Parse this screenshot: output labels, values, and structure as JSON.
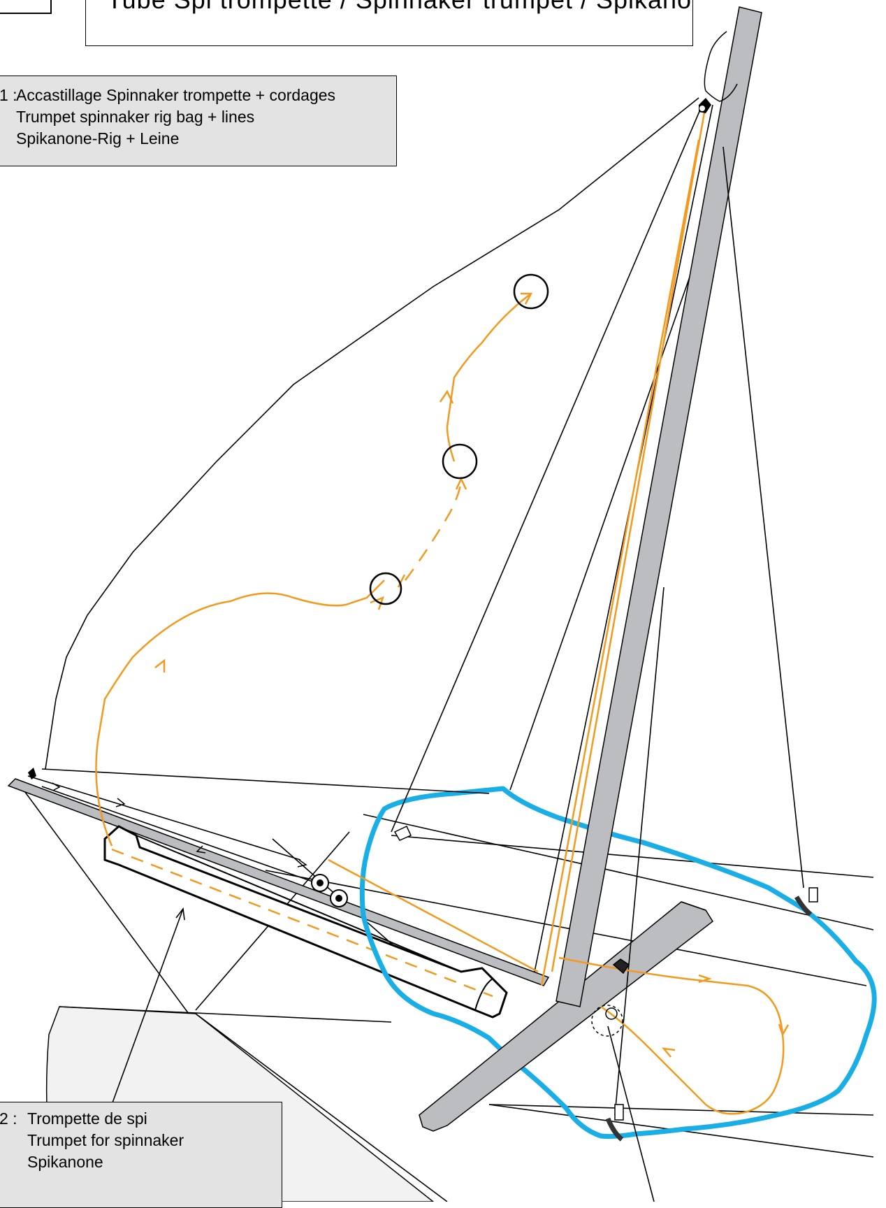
{
  "title": {
    "text": "Tube Spi trompette / Spinnaker trumpet / Spikanone"
  },
  "callout_1": {
    "number": "1 :",
    "lines": [
      "Accastillage Spinnaker trompette + cordages",
      "Trumpet spinnaker rig bag + lines",
      "Spikanone-Rig + Leine"
    ]
  },
  "callout_2": {
    "number": "2 :",
    "lines": [
      "Trompette de spi",
      "Trumpet for spinnaker",
      "Spikanone"
    ]
  },
  "colors": {
    "line_routing": "#f39a1e",
    "highlight_zone": "#1aaee6",
    "mast_beam": "#bcbdc0",
    "label_fill": "#e3e3e3",
    "hull_fill": "#f2f2f2"
  },
  "icons": [
    "pulley-block-icon",
    "cleat-icon",
    "eye-strap-icon",
    "sail-ring-icon",
    "direction-arrow-icon"
  ]
}
